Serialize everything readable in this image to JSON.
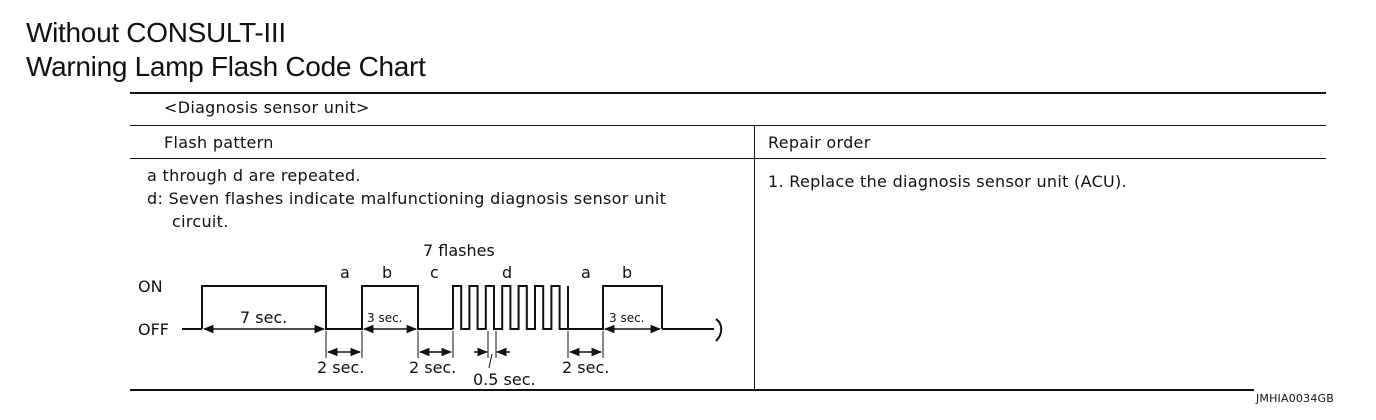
{
  "heading": {
    "line1": "Without CONSULT-III",
    "line2": "Warning Lamp Flash Code Chart"
  },
  "table": {
    "group_label": "<Diagnosis sensor unit>",
    "col1_header": "Flash pattern",
    "col2_header": "Repair order",
    "note_line1": "a through d are repeated.",
    "note_line2": "d: Seven flashes indicate malfunctioning diagnosis sensor unit",
    "note_line3": "circuit.",
    "repair_step": "1. Replace the diagnosis sensor unit (ACU)."
  },
  "diagram": {
    "on_label": "ON",
    "off_label": "OFF",
    "seven_flashes_label": "7 flashes",
    "segment_labels": [
      "a",
      "b",
      "c",
      "d",
      "a",
      "b"
    ],
    "duration_7sec": "7 sec.",
    "duration_3sec_1": "3 sec.",
    "duration_3sec_2": "3 sec.",
    "duration_2sec_1": "2 sec.",
    "duration_2sec_2": "2 sec.",
    "duration_2sec_3": "2 sec.",
    "duration_05sec": "0.5 sec.",
    "flash_count": 7
  },
  "figure_code": "JMHIA0034GB"
}
